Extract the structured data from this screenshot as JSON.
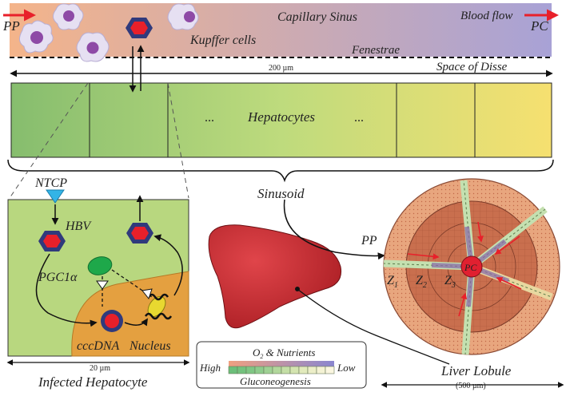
{
  "labels": {
    "pp_left": "PP",
    "pc_right": "PC",
    "capillary_sinus": "Capillary Sinus",
    "blood_flow": "Blood flow",
    "kupffer_cells": "Kupffer cells",
    "fenestrae": "Fenestrae",
    "space_of_disse": "Space of Disse",
    "scale_200": "200 µm",
    "hepatocytes": "Hepatocytes",
    "ellipsis_left": "...",
    "ellipsis_right": "...",
    "sinusoid": "Sinusoid",
    "ntcp": "NTCP",
    "hbv": "HBV",
    "pgc1a": "PGC1α",
    "cccdna": "cccDNA",
    "nucleus": "Nucleus",
    "scale_20": "20 µm",
    "infected_hepatocyte": "Infected Hepatocyte",
    "pp_lobule": "PP",
    "pc_center": "PC",
    "z1": "Z",
    "z1_sub": "1",
    "z2": "Z",
    "z2_sub": "2",
    "z3": "Z",
    "z3_sub": "3",
    "liver_lobule": "Liver Lobule",
    "scale_500": "(500 µm)"
  },
  "legend": {
    "title_pre": "O",
    "title_sub": "2",
    "title_post": " & Nutrients",
    "high": "High",
    "low": "Low",
    "bottom": "Gluconeogenesis"
  },
  "colors": {
    "sinus_left": "#f4b48a",
    "sinus_right": "#a8a2d6",
    "hep_left": "#86bd6e",
    "hep_right": "#f6e070",
    "cell_bg": "#b8d77f",
    "nucleus": "#e4a040",
    "lobule_outer": "#e6a27a",
    "lobule_inner": "#c9704e",
    "virus_hex": "#303a7c",
    "virus_core": "#e8202a",
    "arrow_red": "#e8202a",
    "ntcp": "#33b4e6",
    "pgc1a": "#1ea84a",
    "liver": "#c7262c"
  }
}
